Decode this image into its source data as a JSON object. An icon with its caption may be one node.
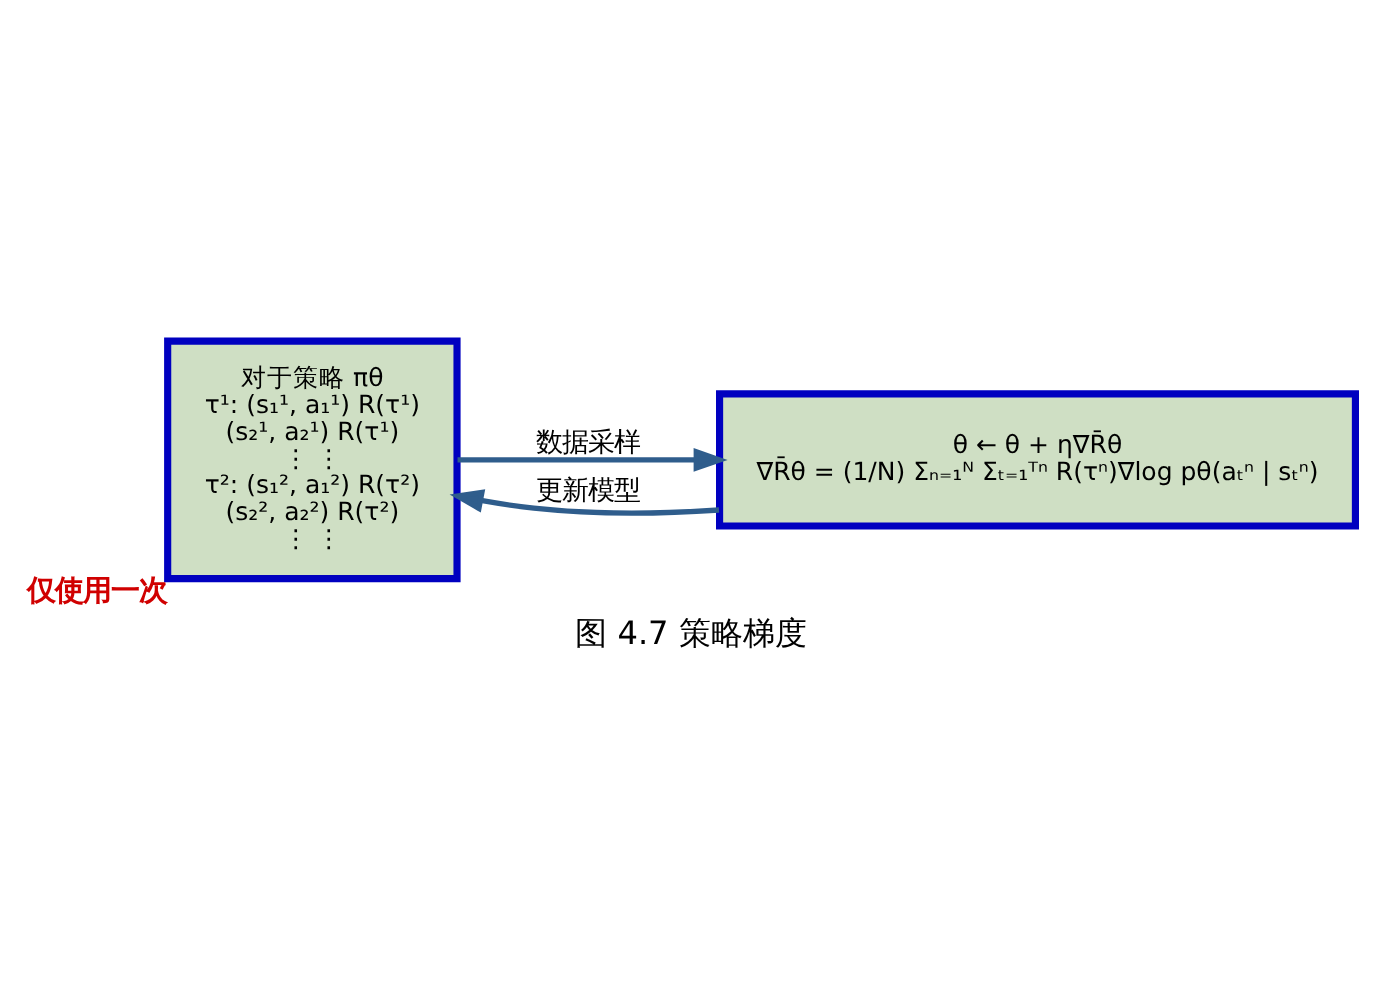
{
  "diagram": {
    "caption": "图 4.7 策略梯度",
    "nodes": [
      {
        "text": [
          "对于策略 πθ",
          "τ¹: (s₁¹, a₁¹) R(τ¹)",
          "(s₂¹, a₂¹) R(τ¹)",
          "⋮ ⋮",
          "τ²: (s₁², a₁²) R(τ²)",
          "(s₂², a₂²) R(τ²)",
          "⋮ ⋮"
        ],
        "beside": [
          "仅使用一次"
        ]
      },
      {
        "text": [
          "θ ← θ + η∇R̄θ",
          "∇R̄θ = (1/N) Σₙ₌₁ᴺ Σₜ₌₁ᵀⁿ R(τⁿ)∇log pθ(aₜⁿ | sₜⁿ)"
        ]
      }
    ],
    "edges": [
      {
        "from": 0,
        "to": 1,
        "arrow": "to",
        "label": "数据采样"
      },
      {
        "from": 1,
        "to": 0,
        "arrow": "to",
        "label": "更新模型"
      }
    ]
  }
}
